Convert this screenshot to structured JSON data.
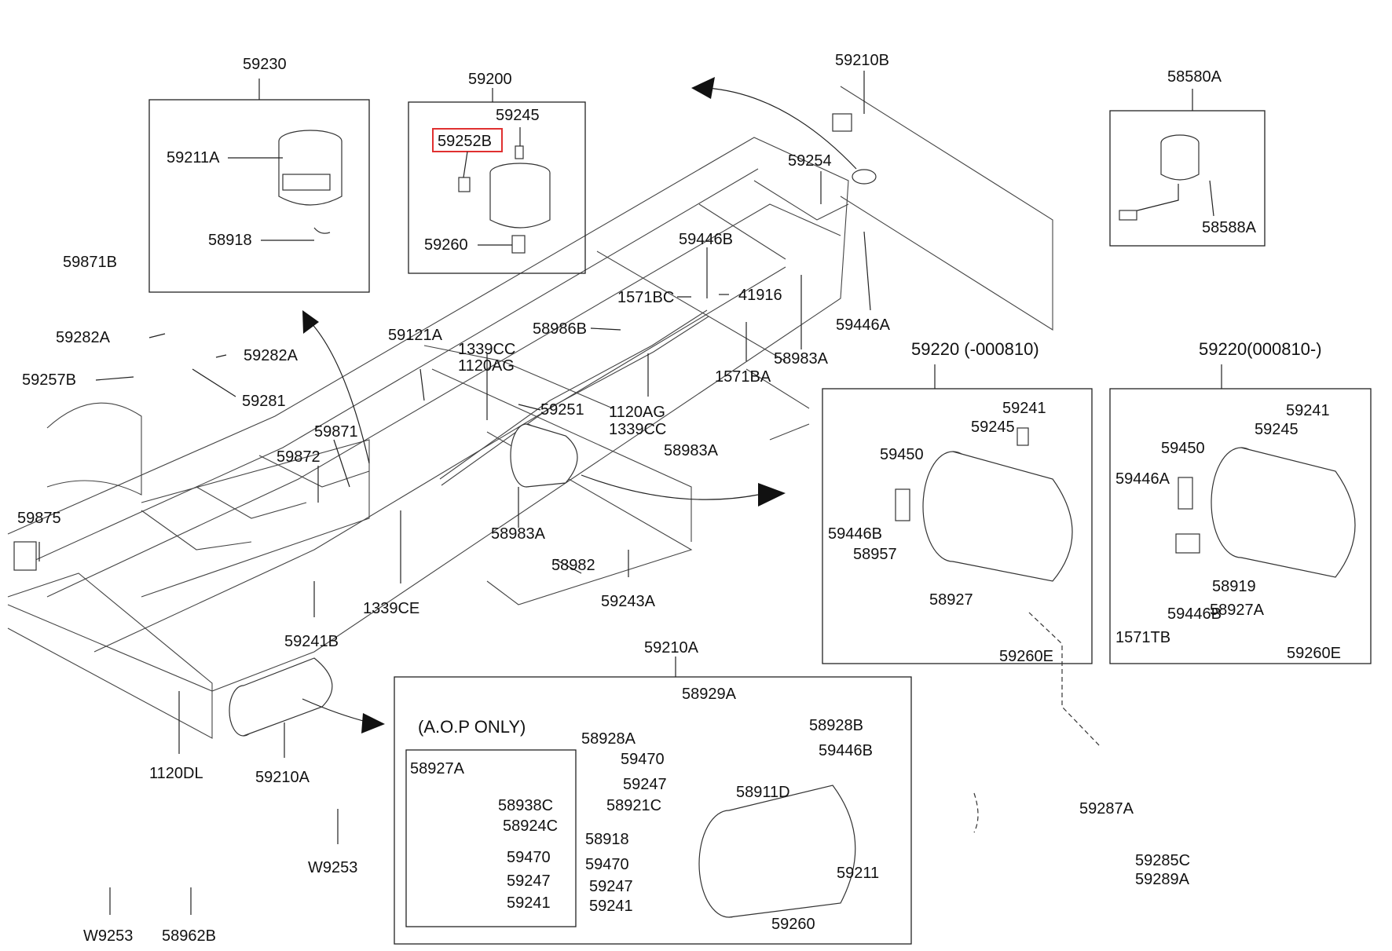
{
  "boxes": {
    "b59230": "59230",
    "b59200": "59200",
    "b58580A": "58580A",
    "b59220a": "59220 (-000810)",
    "b59220b": "59220(000810-)",
    "b59210A": "59210A",
    "aop": "(A.O.P ONLY)"
  },
  "labels": {
    "p59211A": "59211A",
    "p58918a": "58918",
    "p59245a": "59245",
    "p59252B": "59252B",
    "p59260a": "59260",
    "p59210B": "59210B",
    "p59254": "59254",
    "p58588A": "58588A",
    "p59871B": "59871B",
    "p59282A1": "59282A",
    "p59282A2": "59282A",
    "p59257B": "59257B",
    "p59281": "59281",
    "p59446B1": "59446B",
    "p1571BC": "1571BC",
    "p41916": "41916",
    "p59446A1": "59446A",
    "p58986B": "58986B",
    "p58983A1": "58983A",
    "p1571BA": "1571BA",
    "p59121A": "59121A",
    "p1339CC1": "1339CC",
    "p1120AG1": "1120AG",
    "p1120AG2": "1120AG",
    "p1339CC2": "1339CC",
    "p58983A2": "58983A",
    "p59251": "59251",
    "p59871": "59871",
    "p59872": "59872",
    "p59875": "59875",
    "p58983A3": "58983A",
    "p58982": "58982",
    "p59243A": "59243A",
    "p1339CE": "1339CE",
    "p59241B": "59241B",
    "p1120DL": "1120DL",
    "p59210A2": "59210A",
    "pW9253a": "W9253",
    "pW9253b": "W9253",
    "p58962B": "58962B",
    "p59241a": "59241",
    "p59245b": "59245",
    "p59450a": "59450",
    "p59446B2": "59446B",
    "p58957": "58957",
    "p58927a": "58927",
    "p59260E1": "59260E",
    "p59241b": "59241",
    "p59245c": "59245",
    "p59450b": "59450",
    "p59446A2": "59446A",
    "p58919": "58919",
    "p58927A1": "58927A",
    "p59446B3": "59446B",
    "p1571TB": "1571TB",
    "p59260E2": "59260E",
    "p59287A": "59287A",
    "p59285C": "59285C",
    "p59289A": "59289A",
    "p58929A": "58929A",
    "p58928A": "58928A",
    "p58928B": "58928B",
    "p59470a": "59470",
    "p59446B4": "59446B",
    "p59247a": "59247",
    "p58911D": "58911D",
    "p58921C": "58921C",
    "p58918b": "58918",
    "p59470b": "59470",
    "p59247b": "59247",
    "p59241c": "59241",
    "p59211": "59211",
    "p59260b": "59260",
    "p58927A2": "58927A",
    "p58938C": "58938C",
    "p58924C": "58924C",
    "p59470c": "59470",
    "p59247c": "59247",
    "p59241d": "59241"
  }
}
